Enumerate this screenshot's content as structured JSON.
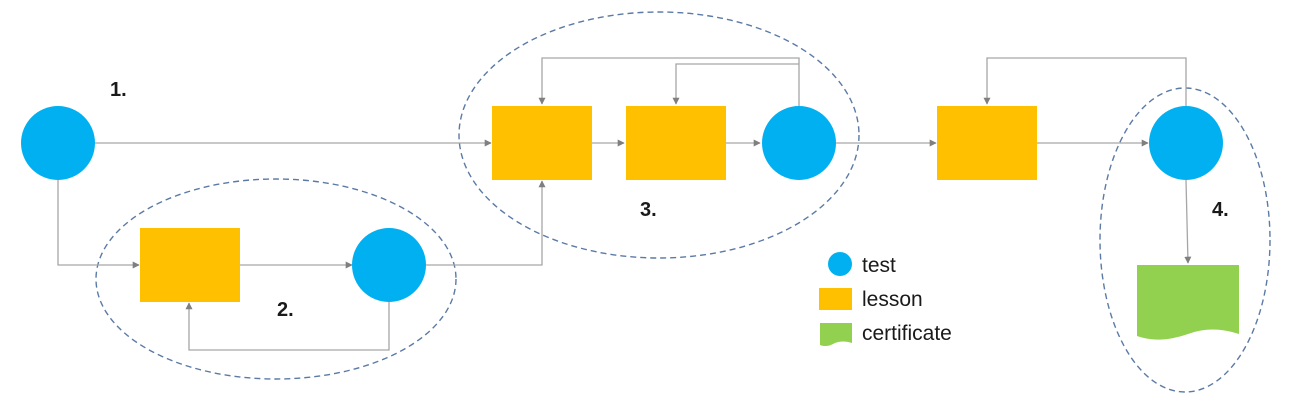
{
  "colors": {
    "test": "#00b0f0",
    "lesson": "#ffc000",
    "certificate": "#92d050",
    "connector": "#a6a6a6",
    "arrowhead": "#7f7f7f",
    "group_outline": "#5b7aa6"
  },
  "group_labels": {
    "g1": "1.",
    "g2": "2.",
    "g3": "3.",
    "g4": "4."
  },
  "legend": {
    "test": "test",
    "lesson": "lesson",
    "certificate": "certificate"
  }
}
